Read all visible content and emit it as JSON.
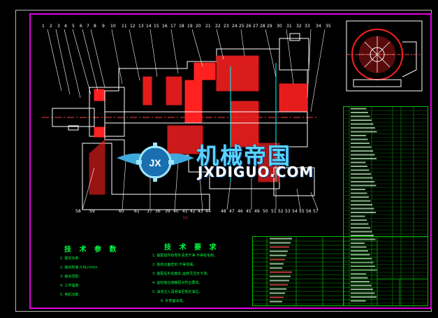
{
  "callouts_top": [
    "1",
    "2",
    "3",
    "4",
    "5",
    "6",
    "7",
    "8",
    "9",
    "10",
    "11",
    "12",
    "13",
    "14",
    "15",
    "16",
    "17",
    "18",
    "19",
    "20",
    "21",
    "22",
    "23",
    "24",
    "25",
    "26",
    "27",
    "28",
    "29",
    "30",
    "31",
    "32",
    "33",
    "34",
    "35"
  ],
  "callouts_bottom": [
    "58",
    "59",
    "60",
    "61",
    "37",
    "36",
    "39",
    "40",
    "41",
    "42",
    "43",
    "44",
    "48",
    "47",
    "46",
    "45",
    "49",
    "50",
    "51",
    "52",
    "53",
    "54",
    "55",
    "56",
    "57"
  ],
  "watermark": {
    "cn": "机械帝国",
    "en": "JXDIGUO.COM",
    "logo": "JX"
  },
  "tech_params": {
    "title": "技 术 参 数",
    "lines": [
      "1. 额定功率:",
      "2. 输出转速:3.6L/r/min",
      "3. 输出扭矩:",
      "4. 工作温度:",
      "5. 电机功率:"
    ]
  },
  "tech_requirements": {
    "title": "技 术 要 求",
    "lines": [
      "1. 装配前所有零件清洗干净,不得有毛刺。",
      "2. 各结合面密封,不得渗漏。",
      "3. 装配后手动盘车,运转灵活无卡滞。",
      "4. 齿轮啮合接触斑点符合要求。",
      "5. 油池注入润滑油至规定油位。",
      "6. 外表面涂漆。"
    ]
  },
  "scale_label": "1:2",
  "colors": {
    "frame_border": "#e000e0",
    "table_lines": "#00c000",
    "notes_text": "#00ff40",
    "part_red": "#ff2020",
    "outline_white": "#ffffff"
  }
}
